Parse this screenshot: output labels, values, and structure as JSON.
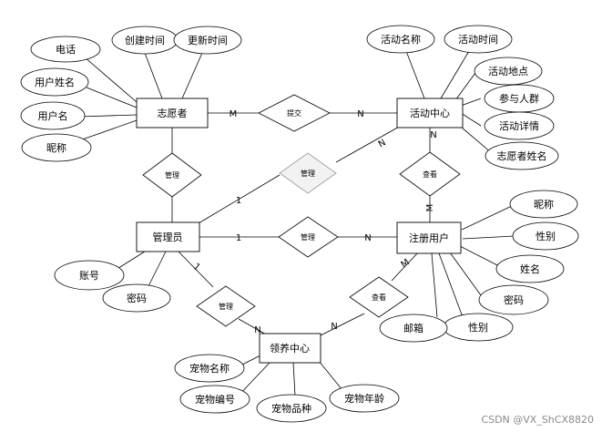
{
  "entities": {
    "volunteer": "志愿者",
    "activity_center": "活动中心",
    "admin": "管理员",
    "registered_user": "注册用户",
    "adoption_center": "领养中心"
  },
  "relationships": {
    "submit": "提交",
    "manage_volunteer": "管理",
    "manage_activity": "管理",
    "manage_user": "管理",
    "manage_adoption": "管理",
    "view_activity": "查看",
    "view_adoption": "查看"
  },
  "attributes": {
    "volunteer": [
      "电话",
      "创建时间",
      "更新时间",
      "用户姓名",
      "用户名",
      "昵称"
    ],
    "activity_center": [
      "活动名称",
      "活动时间",
      "活动地点",
      "参与人群",
      "活动详情",
      "志愿者姓名"
    ],
    "admin": [
      "账号",
      "密码"
    ],
    "registered_user": [
      "昵称",
      "性别",
      "姓名",
      "密码",
      "性别",
      "邮箱"
    ],
    "adoption_center": [
      "宠物名称",
      "宠物编号",
      "宠物品种",
      "宠物年龄"
    ]
  },
  "cardinalities": {
    "submit_m": "M",
    "submit_n": "N",
    "activity_n": "N",
    "view_activity_n": "N",
    "view_activity_m": "M",
    "admin_1a": "1",
    "admin_1b": "1",
    "user_n": "N",
    "admin_1c": "1",
    "adoption_n1": "N",
    "adoption_n2": "N",
    "user_m": "M"
  },
  "watermark": "CSDN @VX_ShCX8820"
}
